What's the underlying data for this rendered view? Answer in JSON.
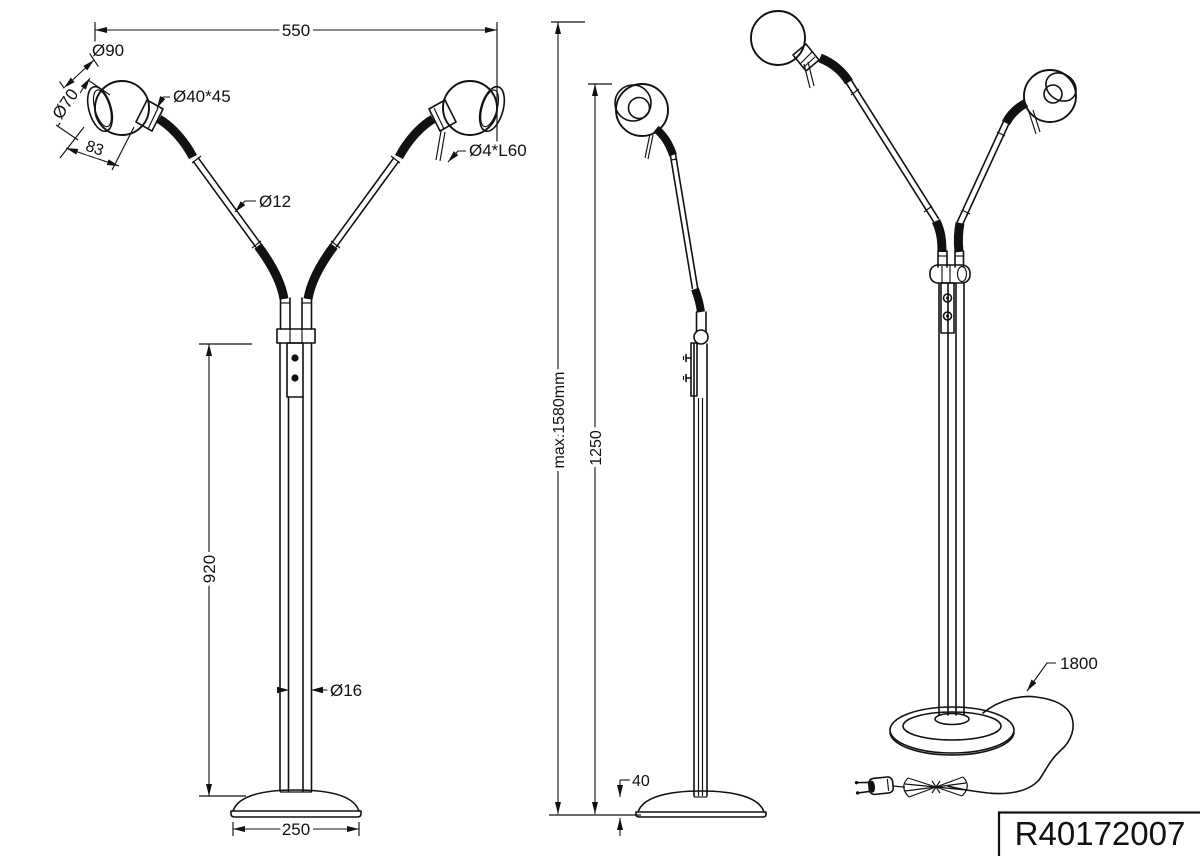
{
  "part_label": "R40172007",
  "front_view": {
    "dim_width": "550",
    "dim_head_diameter": "Ø90",
    "dim_opening_diameter": "Ø70",
    "dim_head_length": "83",
    "dim_socket": "Ø40*45",
    "dim_pin": "Ø4*L60",
    "dim_arm_diameter": "Ø12",
    "dim_pole_height": "920",
    "dim_pole_diameter": "Ø16",
    "dim_base_width": "250"
  },
  "side_view": {
    "dim_max_height": "max.1580mm",
    "dim_height": "1250",
    "dim_base_height": "40"
  },
  "perspective_view": {
    "dim_cord_length": "1800"
  },
  "colors": {
    "line": "#111111",
    "background": "#ffffff"
  }
}
